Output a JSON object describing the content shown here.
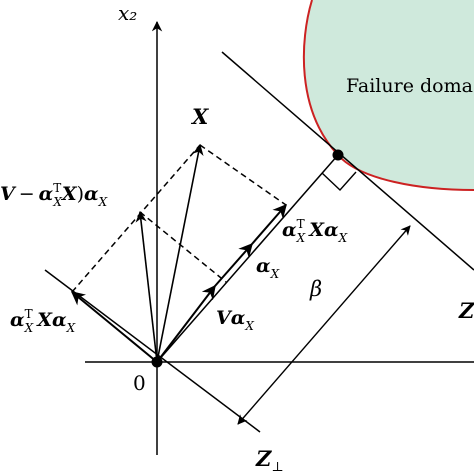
{
  "diagram": {
    "axis_x2_label": "x₂",
    "origin_label": "0",
    "failure_domain_label": "Failure doma",
    "point_X_label": "X",
    "label_V_minus": "V − αᵪᵀX)αᵪ",
    "label_Vminus_parts": {
      "V": "V",
      "minus": "−",
      "alpha": "α",
      "sub_X": "X",
      "sup_T": "T",
      "X": "X",
      "close": ")",
      "alpha2": "α",
      "sub_X2": "X"
    },
    "label_left_proj": {
      "alpha": "α",
      "sub_X": "X",
      "sup_T": "T",
      "X": "X",
      "alpha2": "α",
      "sub_X2": "X"
    },
    "label_right_proj": {
      "alpha": "α",
      "sub_X": "X",
      "sup_T": "T",
      "X": "X",
      "alpha2": "α",
      "sub_X2": "X"
    },
    "label_alpha_X": {
      "alpha": "α",
      "sub_X": "X"
    },
    "label_V_alpha_X": {
      "V": "V",
      "alpha": "α",
      "sub_X": "X"
    },
    "beta_label": "β",
    "Z_right_label": "Z",
    "Z_perp_label": {
      "Z": "Z",
      "sub": "⊥"
    },
    "colors": {
      "failure_fill": "#cfe9dc",
      "failure_edge": "#cc2222",
      "ink": "#000000"
    }
  }
}
